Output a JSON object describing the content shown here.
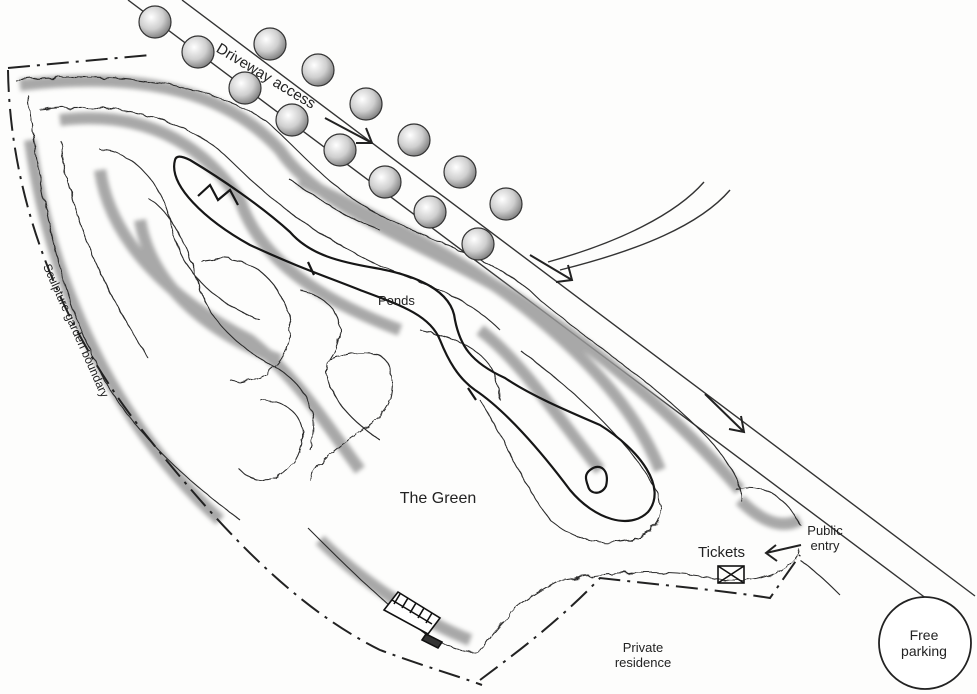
{
  "labels": {
    "driveway": "Driveway access",
    "boundary": "Sculpture garden boundary",
    "ponds": "Ponds",
    "green": "The Green",
    "tickets": "Tickets",
    "public_entry": "Public entry",
    "private_residence": "Private residence",
    "free_parking": "Free parking"
  },
  "colors": {
    "ink": "#262626",
    "hedge_shadow": "#8a8a8a",
    "background": "#fdfdfc"
  },
  "features": {
    "trees": "tree-icon",
    "ticket_booth": "ticket-booth-icon",
    "bench": "bench-icon"
  }
}
